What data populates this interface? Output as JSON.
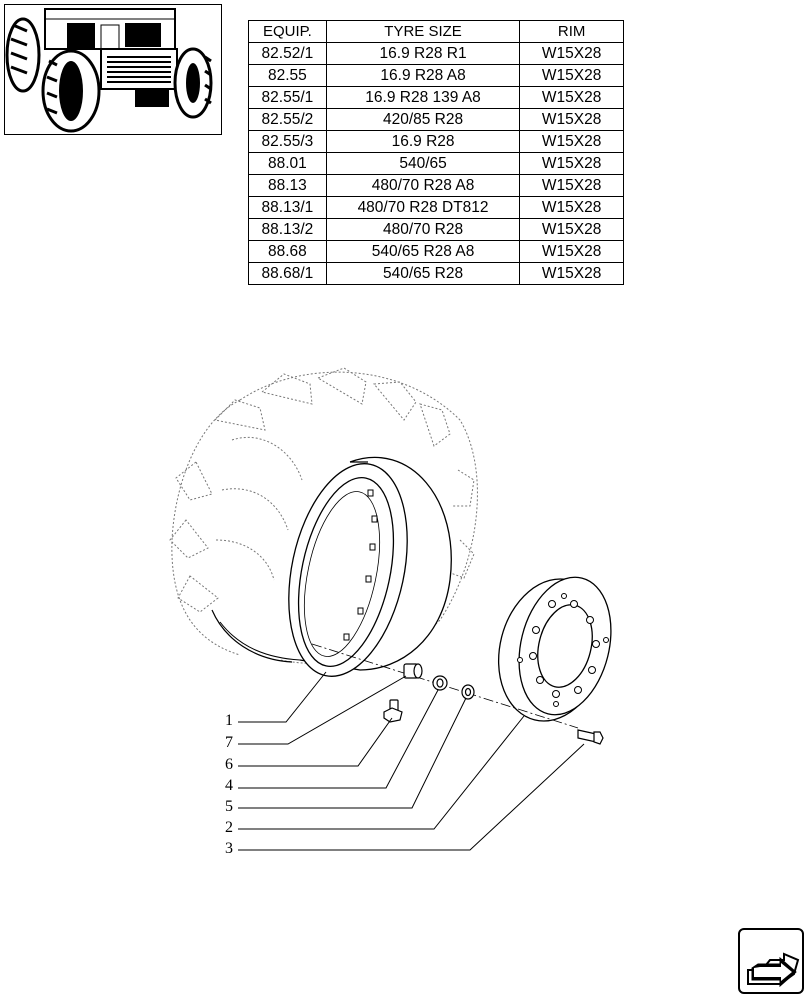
{
  "thumbnail": {
    "icon": "tractor-front-icon"
  },
  "tyre_table": {
    "headers": [
      "EQUIP.",
      "TYRE SIZE",
      "RIM"
    ],
    "rows": [
      [
        "82.52/1",
        "16.9 R28 R1",
        "W15X28"
      ],
      [
        "82.55",
        "16.9 R28 A8",
        "W15X28"
      ],
      [
        "82.55/1",
        "16.9 R28 139 A8",
        "W15X28"
      ],
      [
        "82.55/2",
        "420/85 R28",
        "W15X28"
      ],
      [
        "82.55/3",
        "16.9 R28",
        "W15X28"
      ],
      [
        "88.01",
        "540/65",
        "W15X28"
      ],
      [
        "88.13",
        "480/70 R28 A8",
        "W15X28"
      ],
      [
        "88.13/1",
        "480/70 R28 DT812",
        "W15X28"
      ],
      [
        "88.13/2",
        "480/70 R28",
        "W15X28"
      ],
      [
        "88.68",
        "540/65 R28 A8",
        "W15X28"
      ],
      [
        "88.68/1",
        "540/65 R28",
        "W15X28"
      ]
    ]
  },
  "callouts": [
    "1",
    "7",
    "6",
    "4",
    "5",
    "2",
    "3"
  ],
  "nav": {
    "icon": "next-page-arrow-icon"
  }
}
